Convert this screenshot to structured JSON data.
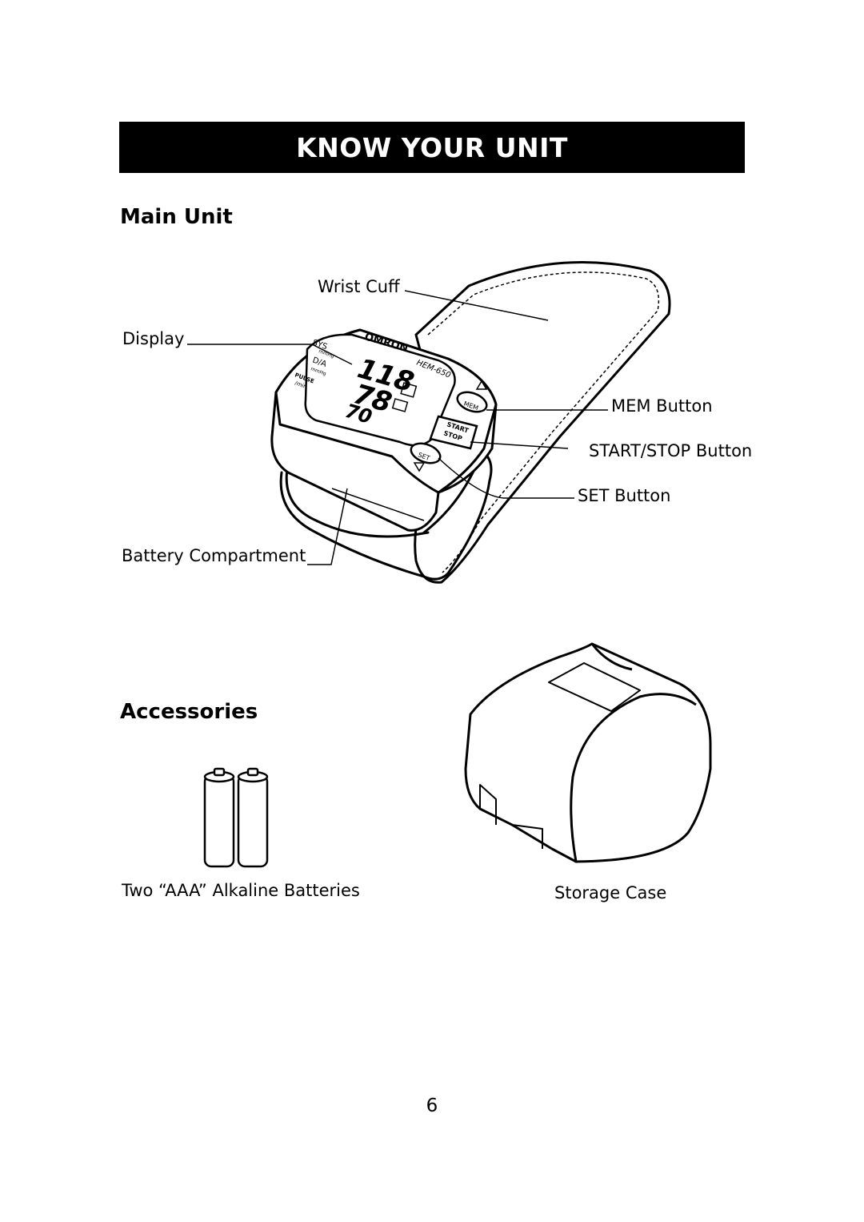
{
  "header": {
    "title": "KNOW YOUR UNIT"
  },
  "main_unit": {
    "heading": "Main Unit",
    "device": {
      "brand": "OMRON",
      "model": "HEM-650",
      "sys_label": "SYS",
      "dia_label": "D/A",
      "pulse_label": "PULSE",
      "unit_mmhg": "mmHg",
      "unit_min": "/min",
      "sys_value": "118",
      "dia_value": "78",
      "pulse_value": "70",
      "mem_button_text": "MEM",
      "start_text": "START",
      "stop_text": "STOP",
      "set_button_text": "SET"
    },
    "labels": {
      "wrist_cuff": "Wrist Cuff",
      "display": "Display",
      "mem_button": "MEM Button",
      "start_stop_button": "START/STOP Button",
      "set_button": "SET Button",
      "battery_compartment": "Battery Compartment"
    }
  },
  "accessories": {
    "heading": "Accessories",
    "batteries_label": "Two “AAA” Alkaline Batteries",
    "storage_case_label": "Storage Case"
  },
  "footer": {
    "page_number": "6"
  }
}
